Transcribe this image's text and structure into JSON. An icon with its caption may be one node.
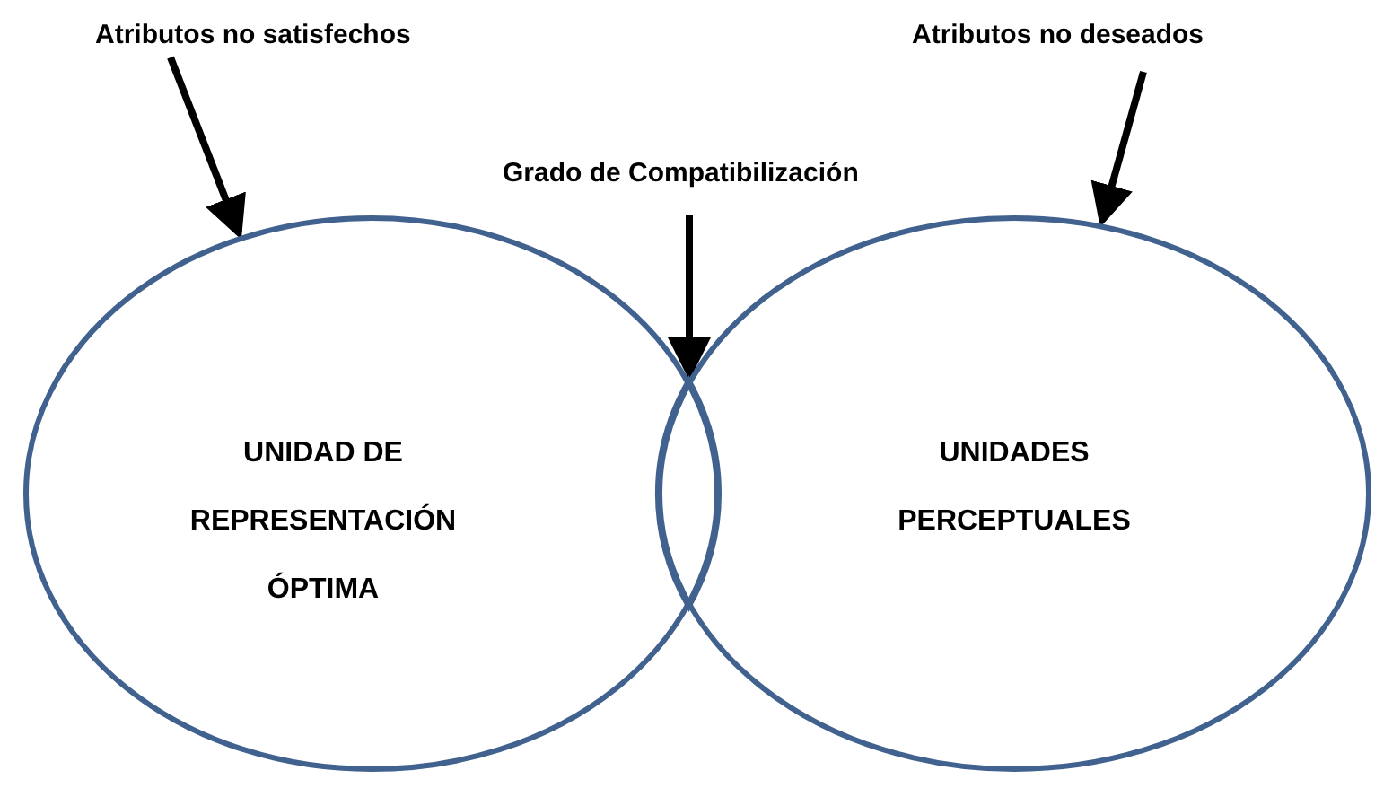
{
  "diagram": {
    "nodes": [
      {
        "text": [
          "Atributos no satisfechos"
        ]
      },
      {
        "text": [
          "Atributos no deseados"
        ]
      },
      {
        "text": [
          "Grado de Compatibilización"
        ]
      },
      {
        "text": [
          "UNIDAD DE REPRESENTACIÓN ÓPTIMA"
        ]
      },
      {
        "text": [
          "UNIDADES PERCEPTUALES"
        ]
      },
      {
        "text": [],
        "shape": "lens"
      }
    ],
    "edges": [
      {
        "from": 0,
        "to": 3,
        "arrow": "to"
      },
      {
        "from": 1,
        "to": 4,
        "arrow": "to"
      },
      {
        "from": 2,
        "to": 5,
        "arrow": "to"
      }
    ]
  }
}
